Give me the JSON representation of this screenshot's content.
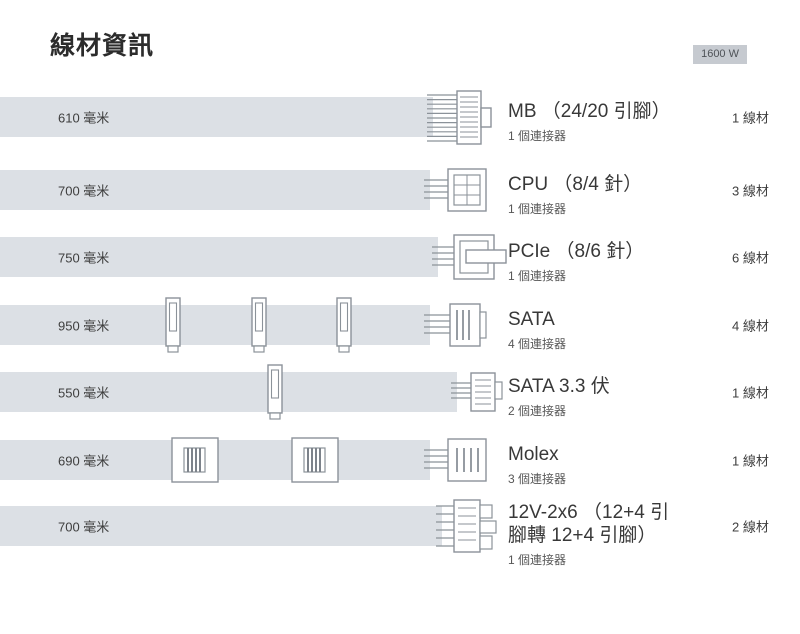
{
  "header": {
    "title": "線材資訊",
    "wattage": "1600 W"
  },
  "colors": {
    "bar": "#dce0e5",
    "badge_background": "#c6cad0"
  },
  "rows": [
    {
      "length": "610 毫米",
      "name": "MB （24/20 引腳）",
      "connectors": "1 個連接器",
      "count": "1 線材",
      "icon": "mb-connector-icon",
      "inline_connectors": 0
    },
    {
      "length": "700 毫米",
      "name": "CPU （8/4 針）",
      "connectors": "1 個連接器",
      "count": "3 線材",
      "icon": "cpu-connector-icon",
      "inline_connectors": 0
    },
    {
      "length": "750 毫米",
      "name": "PCIe （8/6 針）",
      "connectors": "1 個連接器",
      "count": "6 線材",
      "icon": "pcie-connector-icon",
      "inline_connectors": 0
    },
    {
      "length": "950 毫米",
      "name": "SATA",
      "connectors": "4 個連接器",
      "count": "4 線材",
      "icon": "sata-connector-icon",
      "inline_connectors": 3
    },
    {
      "length": "550 毫米",
      "name": "SATA 3.3 伏",
      "connectors": "2 個連接器",
      "count": "1 線材",
      "icon": "sata-33v-connector-icon",
      "inline_connectors": 1
    },
    {
      "length": "690 毫米",
      "name": "Molex",
      "connectors": "3 個連接器",
      "count": "1 線材",
      "icon": "molex-connector-icon",
      "inline_connectors": 2
    },
    {
      "length": "700 毫米",
      "name": "12V-2x6 （12+4 引腳轉 12+4 引腳）",
      "connectors": "1 個連接器",
      "count": "2 線材",
      "icon": "12v-2x6-connector-icon",
      "inline_connectors": 0
    }
  ]
}
